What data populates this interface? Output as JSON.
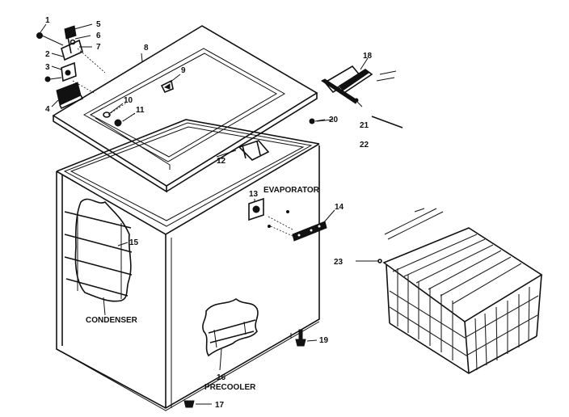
{
  "callouts": {
    "n1": "1",
    "n2": "2",
    "n3": "3",
    "n4": "4",
    "n5": "5",
    "n6": "6",
    "n7": "7",
    "n8": "8",
    "n9": "9",
    "n10": "10",
    "n11": "11",
    "n12": "12",
    "n13": "13",
    "n14": "14",
    "n15": "15",
    "n16": "16",
    "n17": "17",
    "n18": "18",
    "n19": "19",
    "n20": "20",
    "n21": "21",
    "n22": "22",
    "n23": "23"
  },
  "labels": {
    "evaporator": "EVAPORATOR",
    "condenser": "CONDENSER",
    "precooler": "PRECOOLER"
  }
}
